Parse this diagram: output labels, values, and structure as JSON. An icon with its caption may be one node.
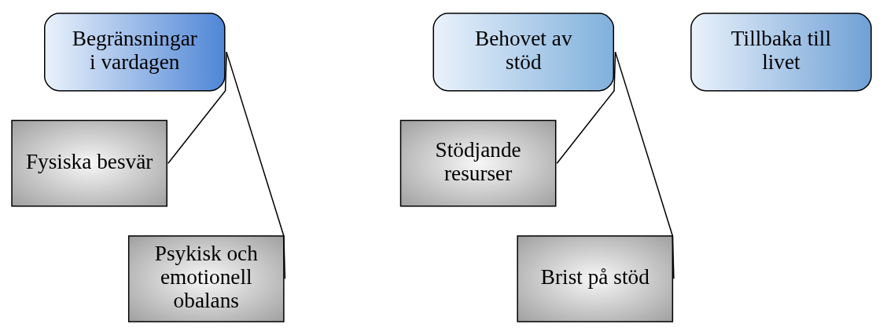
{
  "diagram": {
    "nodes": [
      {
        "text": [
          "Begränsningar i vardagen"
        ]
      },
      {
        "text": [
          "Fysiska besvär"
        ]
      },
      {
        "text": [
          "Psykisk och emotionell obalans"
        ]
      },
      {
        "text": [
          "Behovet av stöd"
        ]
      },
      {
        "text": [
          "Stödjande resurser"
        ]
      },
      {
        "text": [
          "Brist på stöd"
        ]
      },
      {
        "text": [
          "Tillbaka till livet"
        ]
      }
    ],
    "edges": [
      {
        "from": 0,
        "to": 1,
        "arrow": "none"
      },
      {
        "from": 0,
        "to": 2,
        "arrow": "none"
      },
      {
        "from": 3,
        "to": 4,
        "arrow": "none"
      },
      {
        "from": 3,
        "to": 5,
        "arrow": "none"
      }
    ]
  }
}
